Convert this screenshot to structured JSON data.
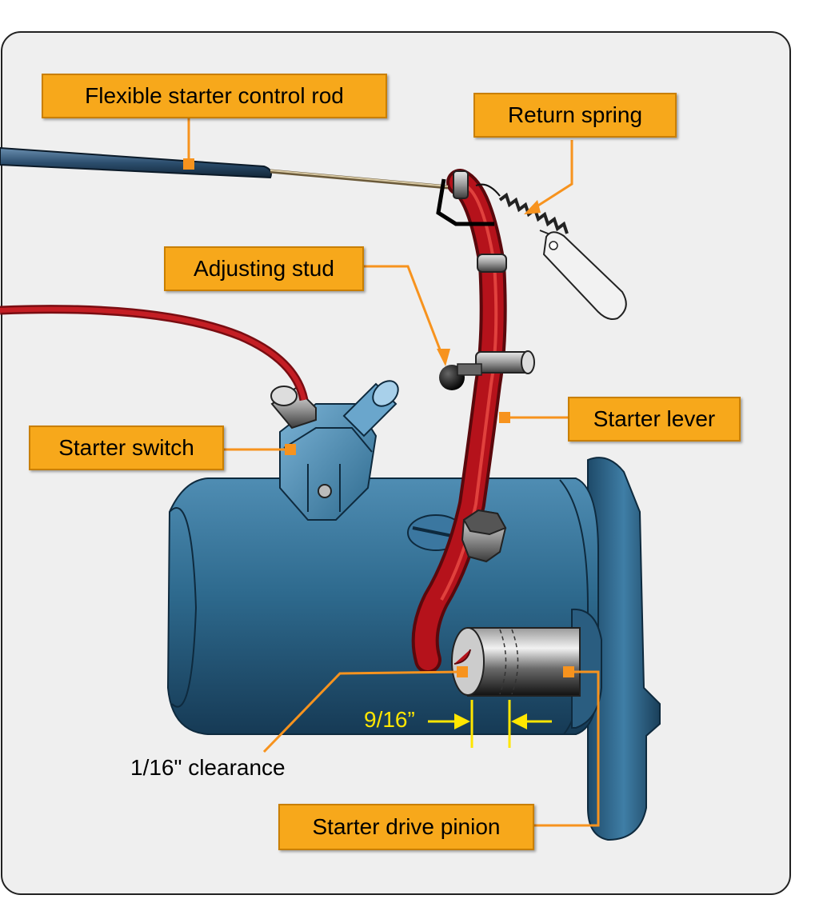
{
  "diagram": {
    "labels": {
      "control_rod": "Flexible starter control rod",
      "return_spring": "Return spring",
      "adjusting_stud": "Adjusting stud",
      "starter_switch": "Starter switch",
      "starter_lever": "Starter lever",
      "clearance": "1/16\" clearance",
      "dimension": "9/16”",
      "drive_pinion": "Starter drive pinion"
    },
    "colors": {
      "label_fill": "#f7a81b",
      "leader_line": "#f7931e",
      "motor_body": "#2e6a8e",
      "lever": "#b5121b",
      "dimension": "#ffe600",
      "background": "#efefef"
    }
  }
}
